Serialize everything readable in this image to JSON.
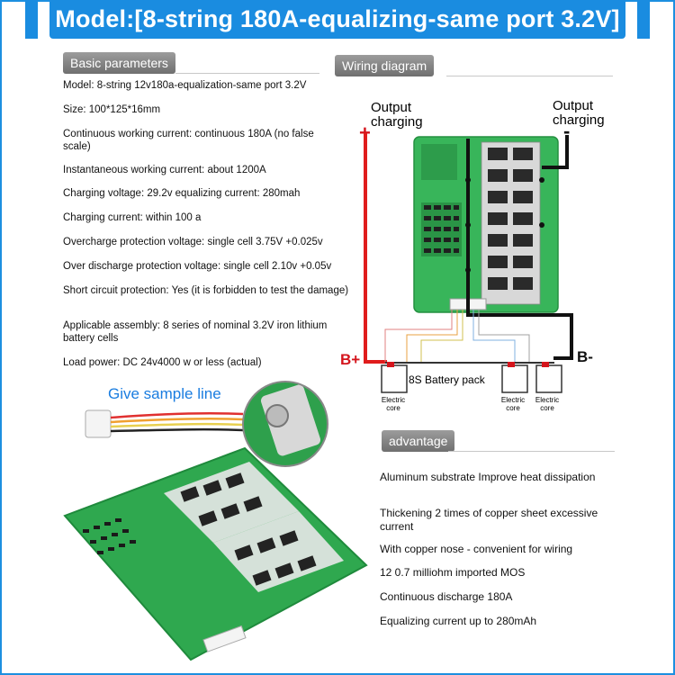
{
  "header": {
    "title": "Model:[8-string 180A-equalizing-same port 3.2V]"
  },
  "basic": {
    "tab_label": "Basic parameters",
    "items": [
      "Model: 8-string 12v180a-equalization-same port 3.2V",
      "Size: 100*125*16mm",
      "Continuous working current: continuous 180A (no false scale)",
      "Instantaneous working current: about 1200A",
      "Charging voltage: 29.2v equalizing current: 280mah",
      "Charging current: within 100 a",
      "Overcharge protection voltage: single cell 3.75V +0.025v",
      "Over discharge protection voltage: single cell 2.10v +0.05v",
      "Short circuit protection: Yes (it is forbidden to test the damage)",
      "Applicable assembly: 8 series of nominal 3.2V iron lithium battery cells",
      "Load power: DC 24v4000 w or less (actual)"
    ]
  },
  "wiring": {
    "tab_label": "Wiring diagram",
    "output_left": "Output charging",
    "output_right": "Output charging",
    "plus": "+",
    "minus": "-",
    "b_plus": "B+",
    "b_minus": "B-",
    "pack_label": "8S Battery pack",
    "cell_label": "Electric core"
  },
  "sample": {
    "label": "Give sample line"
  },
  "advantage": {
    "tab_label": "advantage",
    "items": [
      "Aluminum substrate Improve heat dissipation",
      "Thickening 2 times of copper sheet excessive current",
      "With copper nose - convenient for wiring",
      "12 0.7 milliohm imported MOS",
      "Continuous discharge 180A",
      "Equalizing current up to 280mAh"
    ]
  },
  "colors": {
    "accent": "#1a8ce0",
    "pcb": "#2fa84f",
    "wire_positive": "#e01c1c",
    "wire_negative": "#111111",
    "terminal_red": "#d4141c"
  }
}
